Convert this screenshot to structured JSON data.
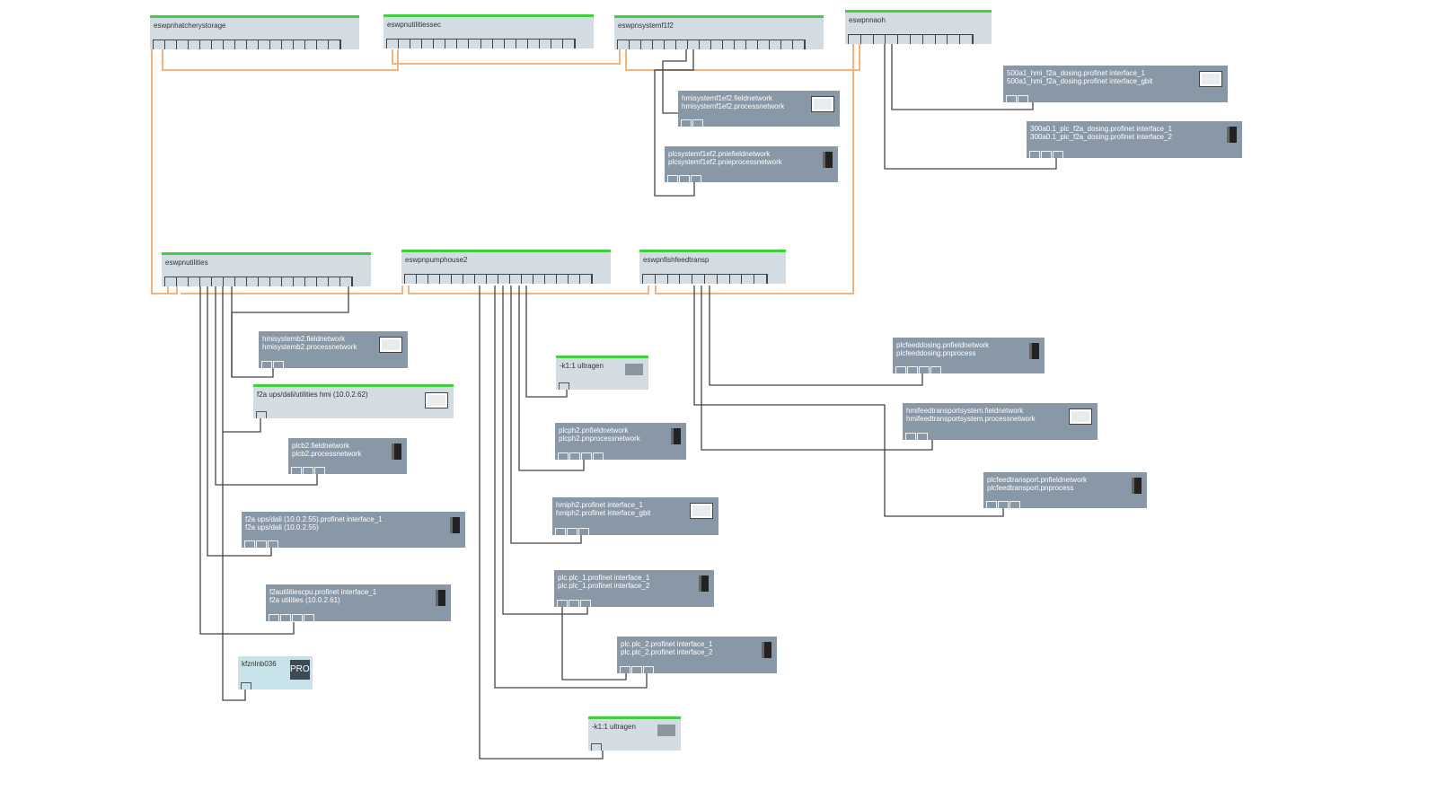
{
  "colors": {
    "switch_bg": "#d3dce2",
    "device_bg": "#8898a6",
    "status_green": "#3fcf3f",
    "ring_orange": "#f5b27a",
    "wire": "#444444"
  },
  "switches": [
    {
      "name": "eswpnhatcherystorage"
    },
    {
      "name": "eswpnutilitiessec"
    },
    {
      "name": "eswpnsystemf1f2"
    },
    {
      "name": "eswpnnaoh"
    },
    {
      "name": "eswpnutilities"
    },
    {
      "name": "eswpnpumphouse2"
    },
    {
      "name": "eswpnfishfeedtransp"
    }
  ],
  "devices": [
    {
      "line1": "hmisystemf1ef2.fieldnetwork",
      "line2": "hmisystemf1ef2.processnetwork",
      "icon": "hmi-icon"
    },
    {
      "line1": "plcsystemf1ef2.pniefieldnetwork",
      "line2": "plcsystemf1ef2.pnieprocessnetwork",
      "icon": "plc-icon"
    },
    {
      "line1": "500a1_hmi_f2a_dosing.profinet interface_1",
      "line2": "500a1_hmi_f2a_dosing.profinet interface_gbit",
      "icon": "hmi-icon"
    },
    {
      "line1": "300a0.1_plc_f2a_dosing.profinet interface_1",
      "line2": "300a0.1_plc_f2a_dosing.profinet interface_2",
      "icon": "plc-icon"
    },
    {
      "line1": "hmisystemb2.fieldnetwork",
      "line2": "hmisystemb2.processnetwork",
      "icon": "hmi-icon"
    },
    {
      "line1": "f2a ups/dali/utilities hmi (10.0.2.62)",
      "line2": "",
      "icon": "hmi-icon"
    },
    {
      "line1": "plcb2.fieldnetwork",
      "line2": "plcb2.processnetwork",
      "icon": "plc-icon"
    },
    {
      "line1": "f2a ups/dali (10.0.2.55).profinet interface_1",
      "line2": "f2a ups/dali (10.0.2.55)",
      "icon": "plc-icon"
    },
    {
      "line1": "f2autilitiescpu.profinet interface_1",
      "line2": "f2a utilities (10.0.2.61)",
      "icon": "plc-icon"
    },
    {
      "line1": "kfznlnb036",
      "line2": "",
      "icon": "pron-icon",
      "icon_text": "PRON"
    },
    {
      "line1": "-k1:1 ultragen",
      "line2": "",
      "icon": "generator-icon"
    },
    {
      "line1": "plcph2.pnfieldnetwork",
      "line2": "plcph2.pnprocessnetwork",
      "icon": "plc-icon"
    },
    {
      "line1": "hmiph2.profinet interface_1",
      "line2": "hmiph2.profinet interface_gbit",
      "icon": "hmi-icon"
    },
    {
      "line1": "plc.plc_1.profinet interface_1",
      "line2": "plc.plc_1.profinet interface_2",
      "icon": "plc-icon"
    },
    {
      "line1": "plc.plc_2.profinet interface_1",
      "line2": "plc.plc_2.profinet interface_2",
      "icon": "plc-icon"
    },
    {
      "line1": "-k1:1 ultragen",
      "line2": "",
      "icon": "generator-icon"
    },
    {
      "line1": "plcfeeddosing.pnfieldnetwork",
      "line2": "plcfeeddosing.pnprocess",
      "icon": "plc-icon"
    },
    {
      "line1": "hmifeedtransportsystem.fieldnetwork",
      "line2": "hmifeedtransportsystem.processnetwork",
      "icon": "hmi-icon"
    },
    {
      "line1": "plcfeedtransport.pnfieldnetwork",
      "line2": "plcfeedtransport.pnprocess",
      "icon": "plc-icon"
    }
  ]
}
